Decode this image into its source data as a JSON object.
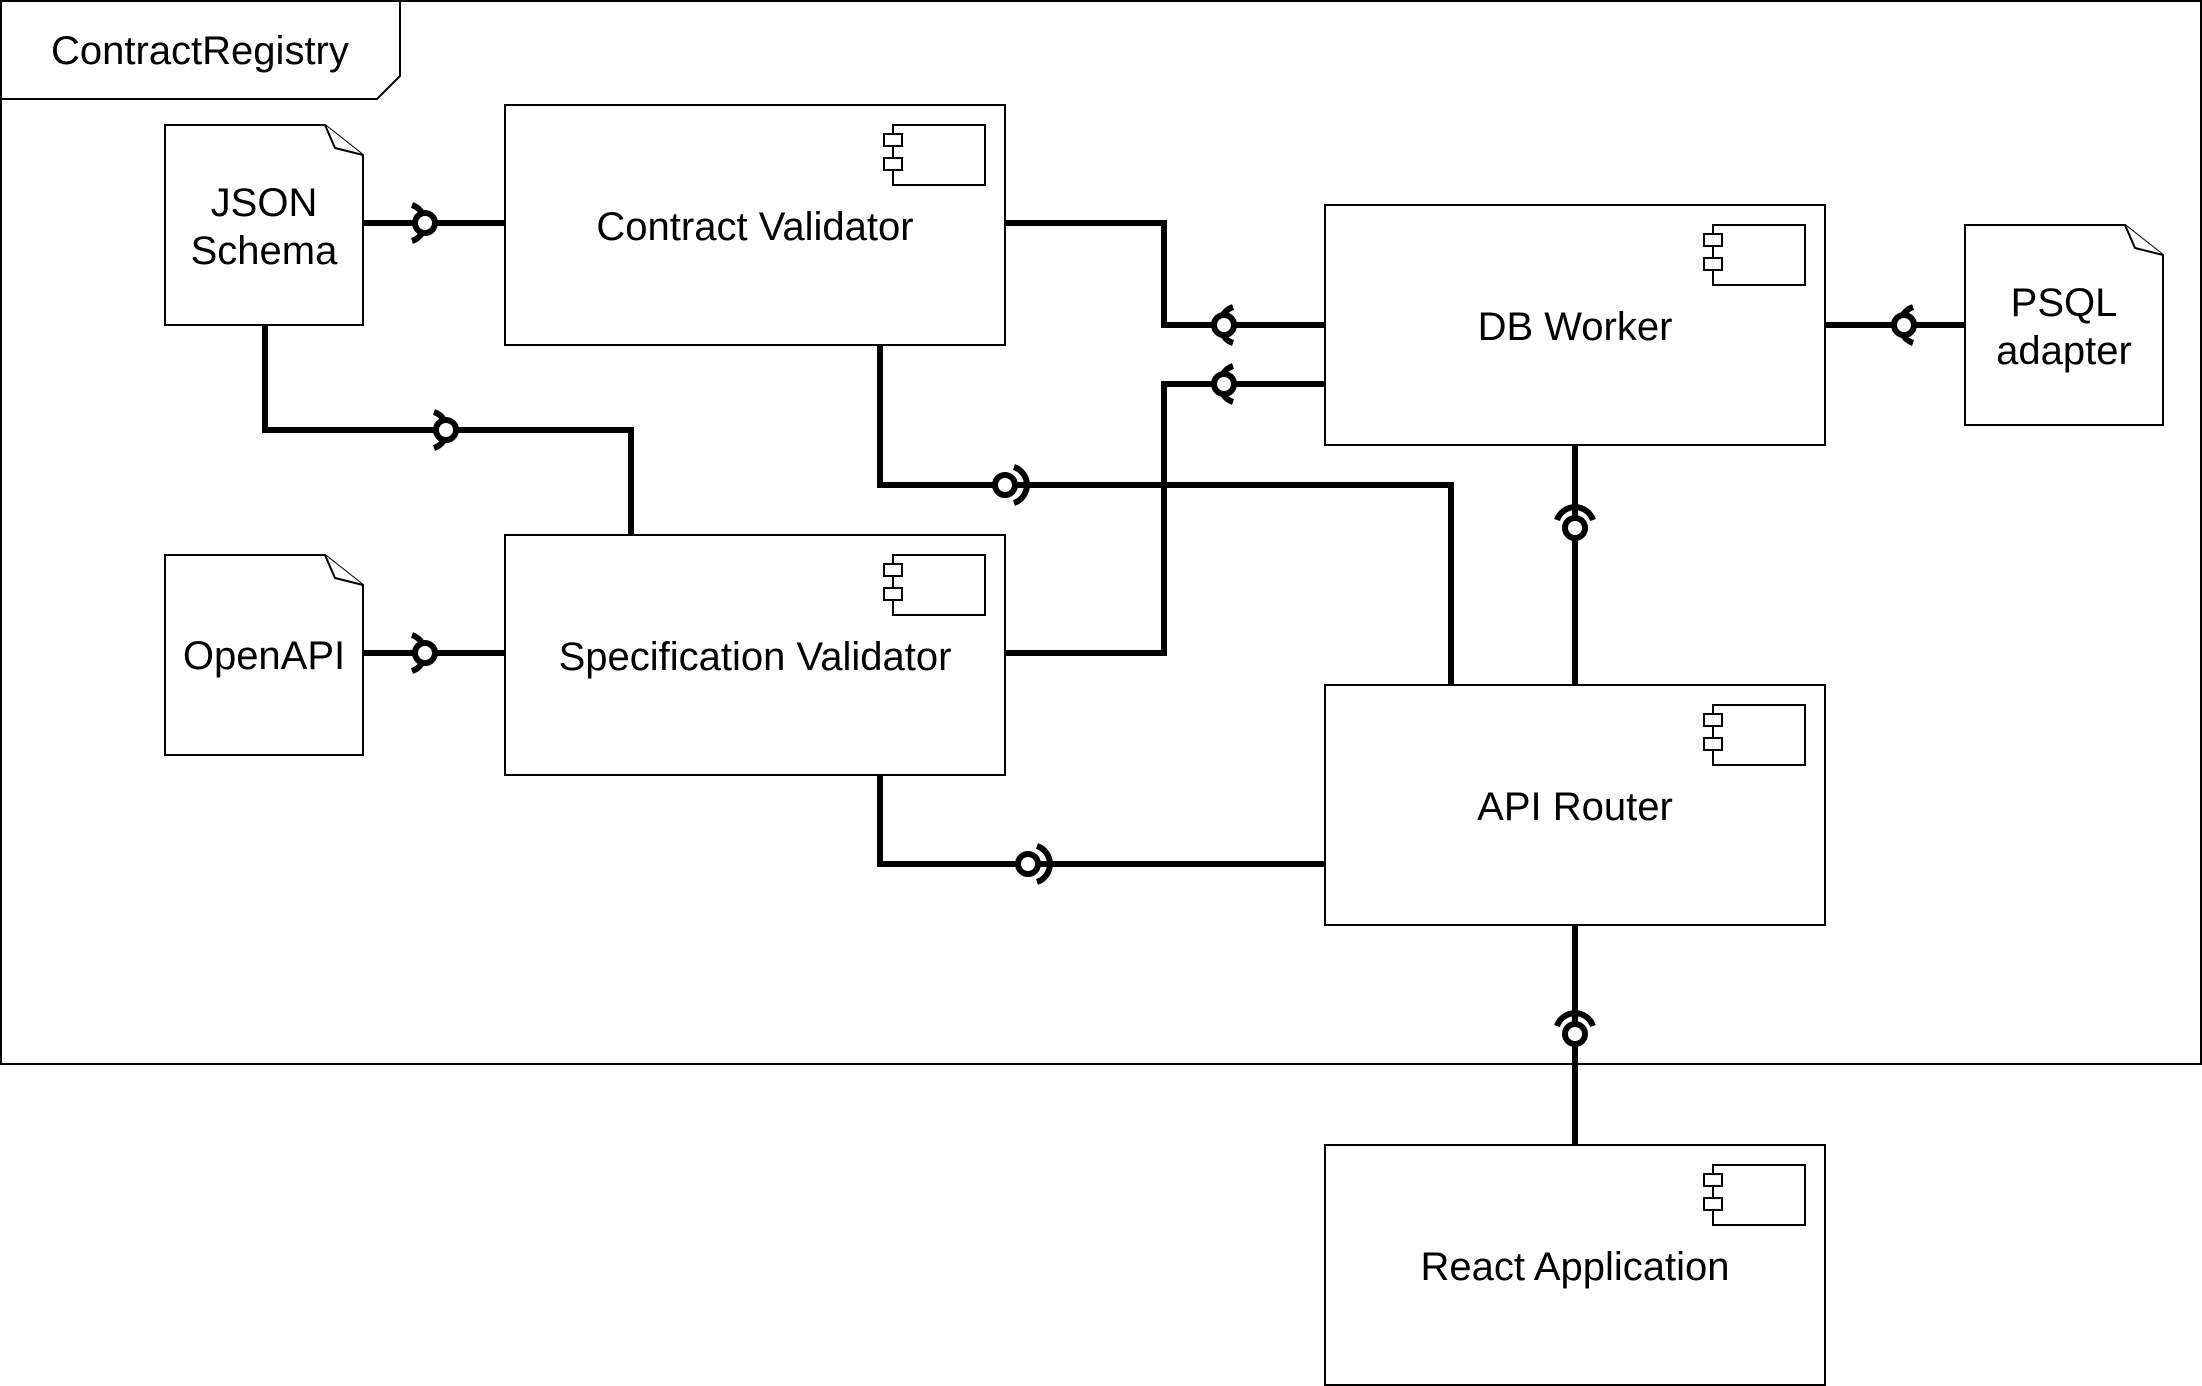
{
  "package": {
    "name": "ContractRegistry"
  },
  "components": {
    "contract_validator": "Contract Validator",
    "specification_validator": "Specification Validator",
    "db_worker": "DB Worker",
    "api_router": "API Router",
    "react_application": "React Application"
  },
  "artifacts": {
    "json_schema": [
      "JSON",
      "Schema"
    ],
    "openapi": [
      "OpenAPI"
    ],
    "psql_adapter": [
      "PSQL",
      "adapter"
    ]
  }
}
